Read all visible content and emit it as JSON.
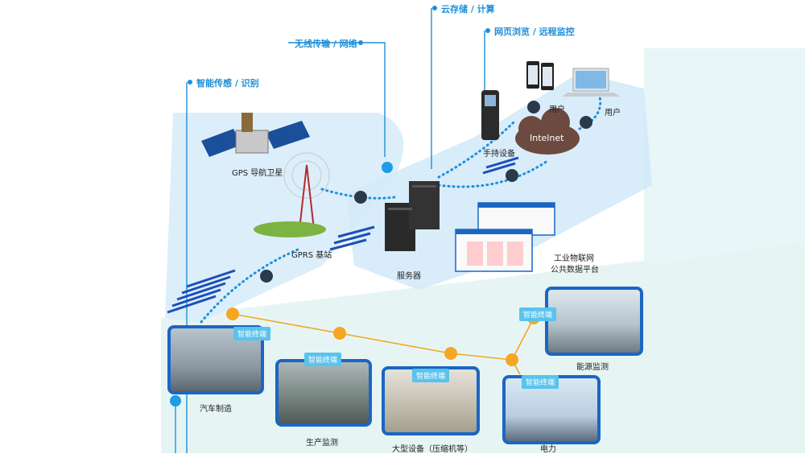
{
  "headers": {
    "sense": "智能传感 / 识别",
    "wireless": "无线传输 / 网络",
    "cloud": "云存储 / 计算",
    "web": "网页浏览 / 远程监控"
  },
  "labels": {
    "satellite": "GPS 导航卫星",
    "gprs": "GPRS 基站",
    "server": "服务器",
    "handheld": "手持设备",
    "user1": "用户",
    "user2": "用户",
    "cloud": "Intelnet",
    "platform_line1": "工业物联网",
    "platform_line2": "公共数据平台",
    "auto": "汽车制造",
    "production": "生产监测",
    "equipment": "大型设备（压缩机等）",
    "power": "电力",
    "energy": "能源监测"
  },
  "terminal_tag": "智能终端",
  "colors": {
    "accent_blue": "#1d8fd8",
    "frame_blue": "#1b66c4",
    "tag_blue": "#59c3ee",
    "orange": "#f5a623",
    "zone_light": "#dff0fb"
  }
}
